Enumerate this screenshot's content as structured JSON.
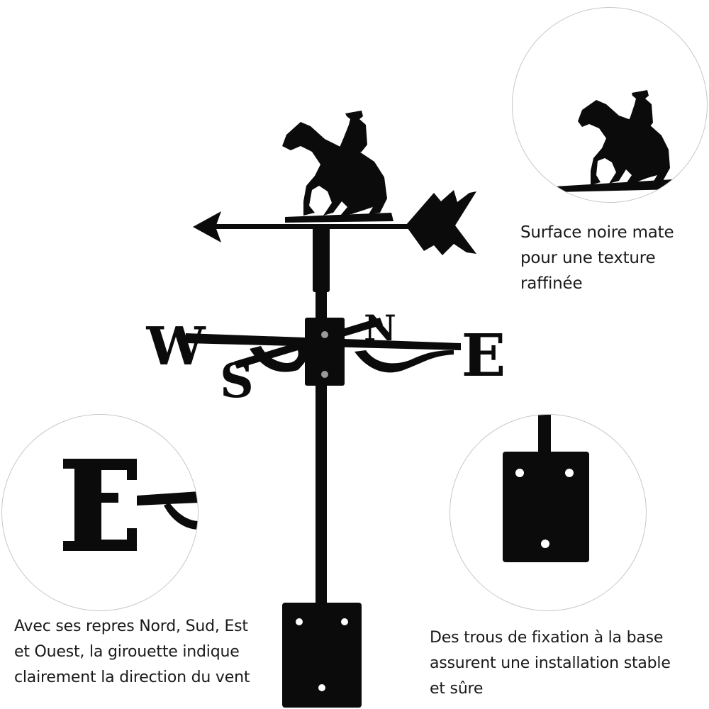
{
  "palette": {
    "metal": "#0b0b0b",
    "bolt": "#9a9a9a",
    "circle_border": "#c8c8c8",
    "text": "#1a1a1a",
    "background": "#ffffff"
  },
  "compass_letters": {
    "north": "N",
    "south": "S",
    "east": "E",
    "west": "W"
  },
  "captions": {
    "finish": {
      "lines": [
        "Surface noire mate",
        "pour une texture",
        "raffinée"
      ]
    },
    "directions": {
      "lines": [
        "Avec ses repres Nord, Sud, Est",
        "et Ouest, la girouette indique",
        "clairement la direction du vent"
      ]
    },
    "mounting": {
      "lines": [
        "Des trous de fixation à la base",
        "assurent une installation stable",
        "et sûre"
      ]
    }
  }
}
